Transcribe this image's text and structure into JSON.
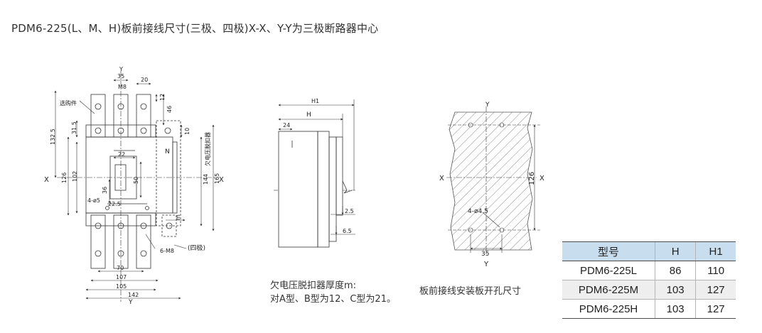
{
  "title": "PDM6-225(L、M、H)板前接线尺寸(三极、四极)X-X、Y-Y为三极断路器中心",
  "front_view": {
    "axis_y": "Y",
    "axis_x": "X",
    "dims": {
      "d35": "35",
      "d20": "20",
      "m8": "M8",
      "d12": "12",
      "d46": "46",
      "d10": "10",
      "d132_5": "132.5",
      "d31_5": "31.5",
      "d126": "126",
      "d102": "102",
      "d22": "22",
      "d36": "36",
      "d50": "50",
      "d144": "144",
      "d165": "165",
      "hole": "4-ø5",
      "d22_5": "22.5",
      "m6": "6-M8",
      "d70": "70",
      "d107": "107",
      "d105": "105",
      "d142": "142",
      "m": "m"
    },
    "labels": {
      "optional": "选购件",
      "n": "N",
      "undervoltage": "欠电压脱扣器",
      "four_pole": "(四极)"
    }
  },
  "side_view": {
    "h1": "H1",
    "h": "H",
    "d24": "24",
    "d2_5": "2.5",
    "d6_5": "6.5"
  },
  "cutout_view": {
    "y_top": "Y",
    "y_bottom": "Y",
    "x": "X",
    "x2": "X",
    "d126": "126",
    "hole": "4-ø4.5",
    "d35": "35"
  },
  "captions": {
    "undervoltage_line1": "欠电压脱扣器厚度m:",
    "undervoltage_line2": "对A型、B型为12、C型为21。",
    "cutout": "板前接线安装板开孔尺寸"
  },
  "table": {
    "headers": [
      "型号",
      "H",
      "H1"
    ],
    "rows": [
      [
        "PDM6-225L",
        "86",
        "110"
      ],
      [
        "PDM6-225M",
        "103",
        "127"
      ],
      [
        "PDM6-225H",
        "103",
        "127"
      ]
    ]
  },
  "colors": {
    "header_bg": "#c8dded",
    "alt_row_bg": "#eeeeee",
    "line": "#333333"
  }
}
